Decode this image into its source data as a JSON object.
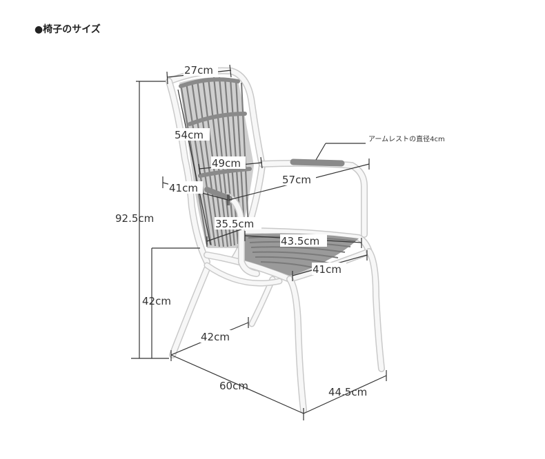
{
  "title": "●椅子のサイズ",
  "armrest_note": "アームレストの直径4cm",
  "dims": {
    "top_width": "27cm",
    "back_height": "54cm",
    "inner_width": "49cm",
    "side_depth": "41cm",
    "arm_length": "57cm",
    "total_height": "92.5cm",
    "seat_back": "35.5cm",
    "seat_width": "43.5cm",
    "seat_depth": "41cm",
    "seat_height": "42cm",
    "leg_depth": "42cm",
    "total_depth": "60cm",
    "total_width": "44.5cm"
  },
  "colors": {
    "frame": "#f7f7f7",
    "frame_stroke": "#c9c9c9",
    "rope": "#8f8f8f",
    "rope_light": "#b3b3b3",
    "line": "#333333"
  }
}
